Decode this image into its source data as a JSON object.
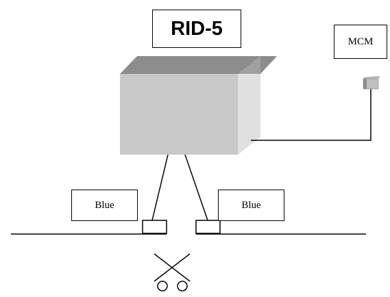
{
  "diagram": {
    "device_title": "RID-5",
    "mcm_label": "MCM",
    "left_tap_label": "Blue",
    "right_tap_label": "Blue"
  },
  "colors": {
    "box_top": "#8c8c8c",
    "box_front": "#c8c8c8",
    "box_side": "#e0e0e0",
    "line": "#000000"
  },
  "icons": {
    "cut_point": "scissors-icon",
    "mcm_device": "mcm-device-icon"
  }
}
